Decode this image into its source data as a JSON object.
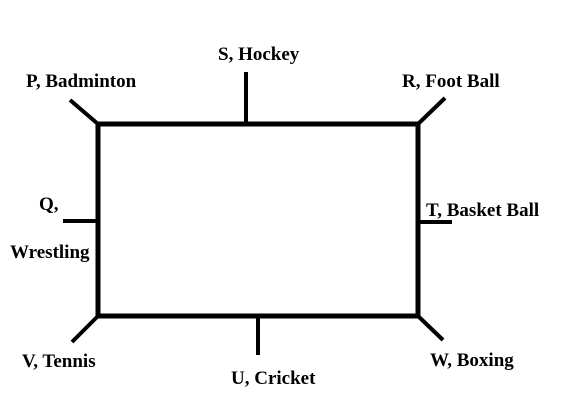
{
  "diagram": {
    "colors": {
      "line": "#000000",
      "text": "#000000",
      "background": "#ffffff"
    },
    "labels": {
      "hockey": "S, Hockey",
      "badminton": "P, Badminton",
      "football": "R, Foot Ball",
      "wrestling_letter": "Q,",
      "wrestling_name": "Wrestling",
      "basketball": "T, Basket Ball",
      "tennis": "V, Tennis",
      "cricket": "U, Cricket",
      "boxing": "W, Boxing"
    }
  }
}
